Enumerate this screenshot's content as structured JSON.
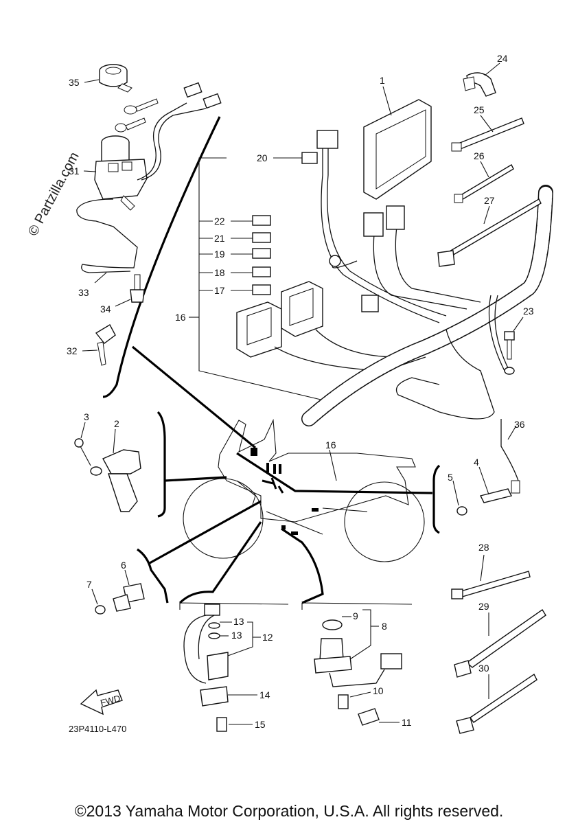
{
  "watermark": "© Partzilla.com",
  "diagram_code": "23P4110-L470",
  "fwd_label": "FWD",
  "copyright": "©2013 Yamaha Motor Corporation, U.S.A. All rights reserved.",
  "callouts": {
    "c1": "1",
    "c2": "2",
    "c3": "3",
    "c4": "4",
    "c5": "5",
    "c6": "6",
    "c7": "7",
    "c8": "8",
    "c9": "9",
    "c10": "10",
    "c11": "11",
    "c12": "12",
    "c13a": "13",
    "c13b": "13",
    "c14": "14",
    "c15": "15",
    "c16a": "16",
    "c16b": "16",
    "c17": "17",
    "c18": "18",
    "c19": "19",
    "c20": "20",
    "c21": "21",
    "c22": "22",
    "c23": "23",
    "c24": "24",
    "c25": "25",
    "c26": "26",
    "c27": "27",
    "c28": "28",
    "c29": "29",
    "c30": "30",
    "c31": "31",
    "c32": "32",
    "c33": "33",
    "c34": "34",
    "c35": "35",
    "c36": "36"
  }
}
